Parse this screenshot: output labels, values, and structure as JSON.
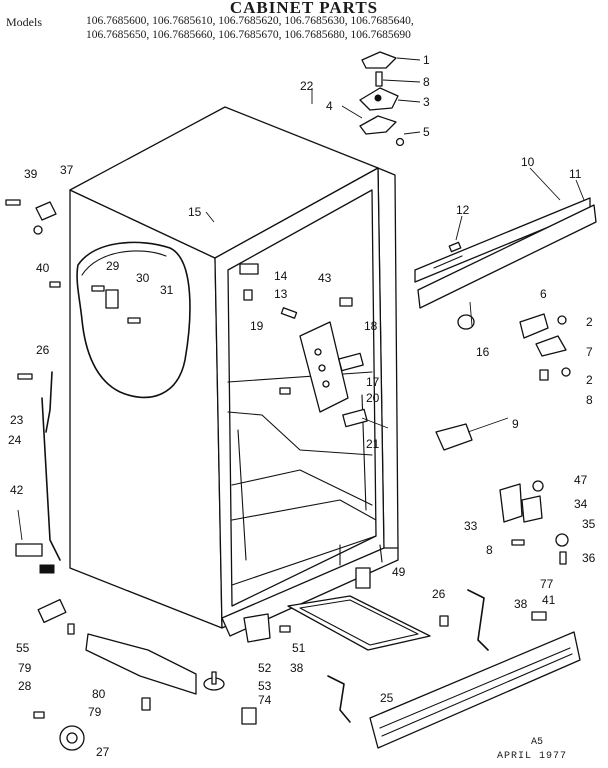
{
  "header": {
    "title": "CABINET PARTS",
    "models_label": "Models",
    "models_line1": "106.7685600, 106.7685610, 106.7685620, 106.7685630, 106.7685640,",
    "models_line2": "106.7685650, 106.7685660, 106.7685670, 106.7685680, 106.7685690"
  },
  "callouts": {
    "c1": "1",
    "c2": "8",
    "c3": "3",
    "c4": "4",
    "c5": "5",
    "c6": "22",
    "c7": "10",
    "c8": "11",
    "c9": "12",
    "c10": "39",
    "c11": "37",
    "c12": "15",
    "c13": "40",
    "c14": "29",
    "c15": "30",
    "c16": "31",
    "c17": "14",
    "c18": "13",
    "c19": "43",
    "c20": "19",
    "c21": "18",
    "c22": "6",
    "c23": "2",
    "c24": "16",
    "c25": "7",
    "c26": "2",
    "c27": "8",
    "c28": "26",
    "c29": "17",
    "c30": "20",
    "c31": "23",
    "c32": "24",
    "c33": "21",
    "c34": "9",
    "c35": "42",
    "c36": "47",
    "c37": "34",
    "c38": "33",
    "c39": "35",
    "c40": "8",
    "c41": "36",
    "c42": "49",
    "c43": "77",
    "c44": "26",
    "c45": "38",
    "c46": "41",
    "c47": "55",
    "c48": "79",
    "c49": "51",
    "c50": "28",
    "c51": "80",
    "c52": "52",
    "c53": "53",
    "c54": "38",
    "c55": "74",
    "c56": "25",
    "c57": "79",
    "c58": "27"
  },
  "footer": {
    "code": "A5",
    "date": "APRIL 1977"
  }
}
